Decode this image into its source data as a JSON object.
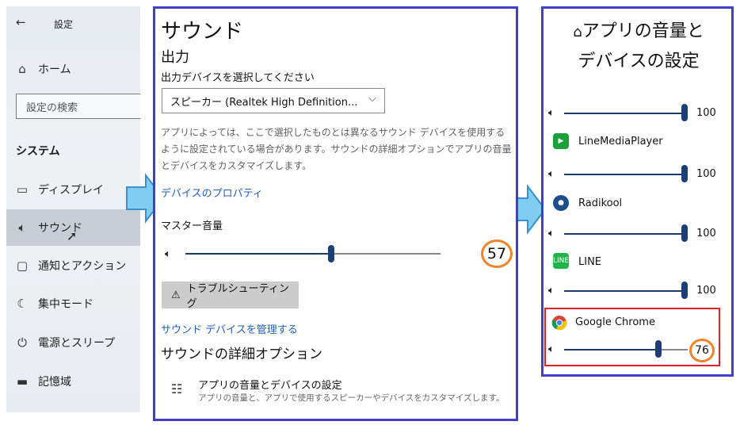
{
  "sidebar": {
    "back_icon": "back-arrow-icon",
    "title": "設定",
    "home_label": "ホーム",
    "search_placeholder": "設定の検索",
    "section": "システム",
    "items": [
      {
        "label": "ディスプレイ",
        "icon": "display-icon"
      },
      {
        "label": "サウンド",
        "icon": "speaker-icon",
        "active": true
      },
      {
        "label": "通知とアクション",
        "icon": "notification-icon"
      },
      {
        "label": "集中モード",
        "icon": "moon-icon"
      },
      {
        "label": "電源とスリープ",
        "icon": "power-icon"
      },
      {
        "label": "記憶域",
        "icon": "storage-icon"
      }
    ]
  },
  "sound": {
    "title": "サウンド",
    "output_heading": "出力",
    "select_label": "出力デバイスを選択してください",
    "selected_device": "スピーカー (Realtek High Definition...",
    "description": "アプリによっては、ここで選択したものとは異なるサウンド デバイスを使用するように設定されている場合があります。サウンドの詳細オプションでアプリの音量とデバイスをカスタマイズします。",
    "device_properties_link": "デバイスのプロパティ",
    "master_volume_label": "マスター音量",
    "master_volume": 57,
    "troubleshoot_label": "トラブルシューティング",
    "manage_devices_link": "サウンド デバイスを管理する",
    "advanced_heading": "サウンドの詳細オプション",
    "app_volume_title": "アプリの音量とデバイスの設定",
    "app_volume_subtitle": "アプリの音量と、アプリで使用するスピーカーやデバイスをカスタマイズします。"
  },
  "app_volume": {
    "title_line1": "アプリの音量と",
    "title_line2": "デバイスの設定",
    "master": 100,
    "apps": [
      {
        "name": "LineMediaPlayer",
        "volume": 100,
        "color": "#1aa13a"
      },
      {
        "name": "Radikool",
        "volume": 100,
        "color": "#1d4e8c"
      },
      {
        "name": "LINE",
        "volume": 100,
        "color": "#20b44a"
      },
      {
        "name": "Google Chrome",
        "volume": 76,
        "color": "#e0202a"
      }
    ]
  },
  "colors": {
    "panel_border": "#3f3fc8",
    "badge_ring": "#f0822a",
    "highlight_box": "#e0202a",
    "link": "#1f5fb8",
    "arrow": "#7fcdf0"
  }
}
